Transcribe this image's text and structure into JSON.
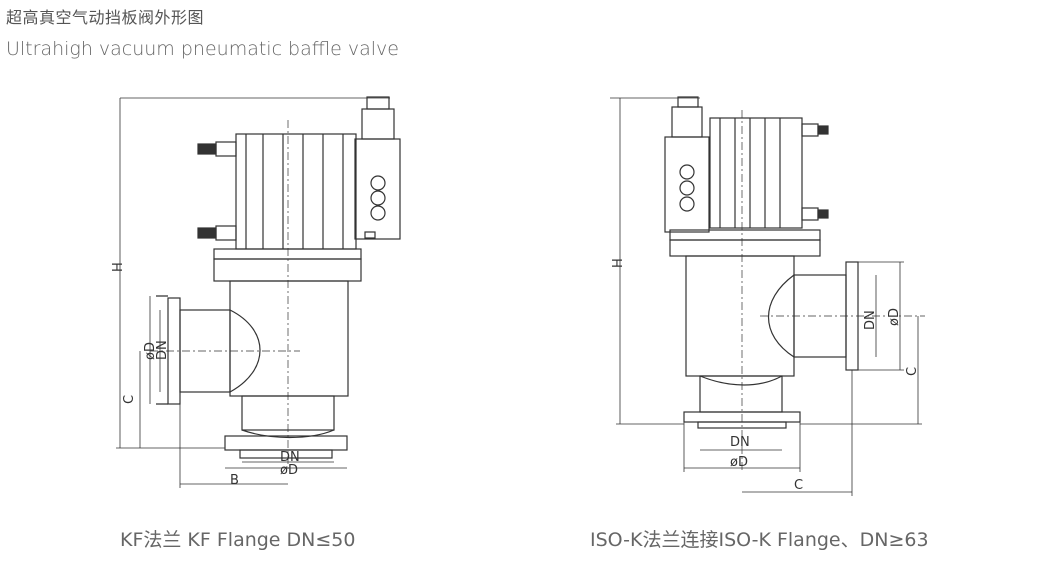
{
  "header": {
    "title_cn": "超高真空气动挡板阀外形图",
    "title_en": "Ultrahigh vacuum pneumatic baffle valve"
  },
  "kf_drawing": {
    "caption": "KF法兰 KF Flange DN≤50",
    "dims": {
      "h": "H",
      "c": "C",
      "od_side": "øD",
      "dn_side": "DN",
      "dn_bottom": "DN",
      "od_bottom": "øD",
      "b": "B"
    }
  },
  "iso_drawing": {
    "caption": "ISO-K法兰连接ISO-K Flange、DN≥63",
    "dims": {
      "h": "H",
      "c": "C",
      "dn_side": "DN",
      "od_side": "øD",
      "dn_bottom": "DN",
      "od_bottom": "øD",
      "c_bottom": "C"
    }
  }
}
